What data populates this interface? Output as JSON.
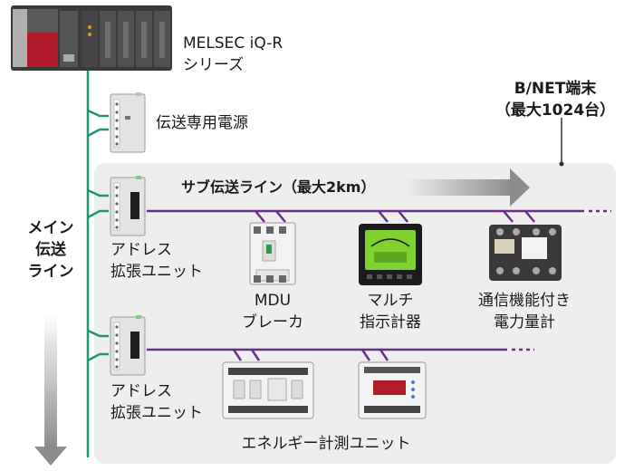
{
  "plc": {
    "label_line1": "MELSEC iQ-R",
    "label_line2": "シリーズ"
  },
  "bnet": {
    "title": "B/NET端末",
    "subtitle": "（最大1024台）"
  },
  "power_supply": {
    "label": "伝送専用電源"
  },
  "sub_line": {
    "label": "サブ伝送ライン（最大2km）"
  },
  "main_line": {
    "label_line1": "メイン",
    "label_line2": "伝送",
    "label_line3": "ライン"
  },
  "address_unit_1": {
    "label_line1": "アドレス",
    "label_line2": "拡張ユニット"
  },
  "address_unit_2": {
    "label_line1": "アドレス",
    "label_line2": "拡張ユニット"
  },
  "mdu": {
    "label_line1": "MDU",
    "label_line2": "ブレーカ"
  },
  "multi_meter": {
    "label_line1": "マルチ",
    "label_line2": "指示計器"
  },
  "power_meter": {
    "label_line1": "通信機能付き",
    "label_line2": "電力量計"
  },
  "energy_unit": {
    "label": "エネルギー計測ユニット"
  },
  "colors": {
    "main_line": "#1a9a6a",
    "sub_line": "#6a2f8c",
    "panel": "#eeeeee",
    "arrow": "#8c8c8c"
  }
}
